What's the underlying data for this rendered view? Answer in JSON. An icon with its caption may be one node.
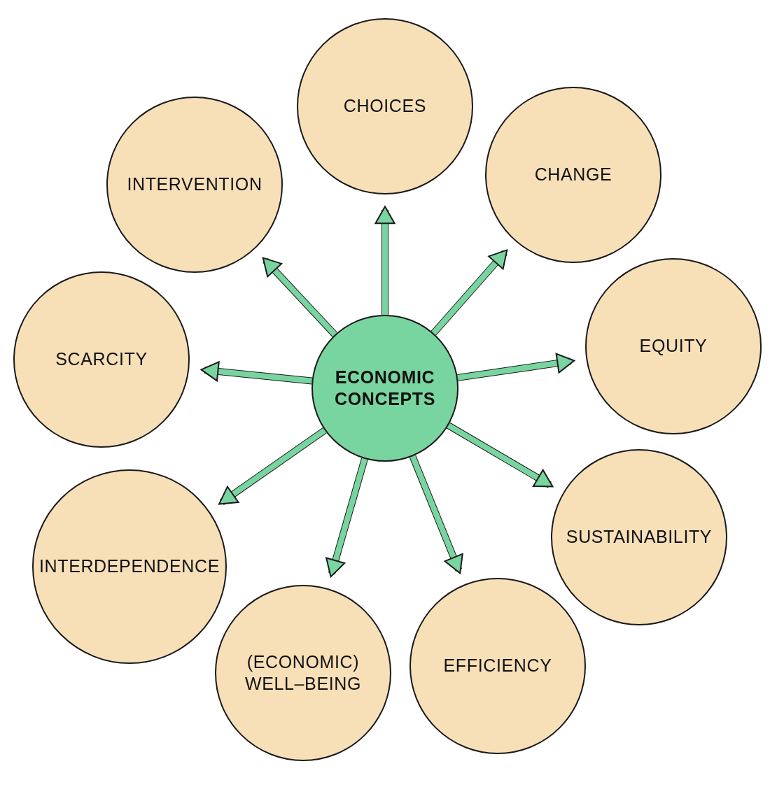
{
  "diagram": {
    "nodes": [
      {
        "text": [
          "ECONOMIC CONCEPTS"
        ]
      },
      {
        "text": [
          "CHOICES"
        ]
      },
      {
        "text": [
          "CHANGE"
        ]
      },
      {
        "text": [
          "EQUITY"
        ]
      },
      {
        "text": [
          "SUSTAINABILITY"
        ]
      },
      {
        "text": [
          "EFFICIENCY"
        ]
      },
      {
        "text": [
          "(ECONOMIC) WELL–BEING"
        ]
      },
      {
        "text": [
          "INTERDEPENDENCE"
        ]
      },
      {
        "text": [
          "SCARCITY"
        ]
      },
      {
        "text": [
          "INTERVENTION"
        ]
      }
    ],
    "edges": [
      {
        "from": 0,
        "to": 1,
        "arrow": "to"
      },
      {
        "from": 0,
        "to": 2,
        "arrow": "to"
      },
      {
        "from": 0,
        "to": 3,
        "arrow": "to"
      },
      {
        "from": 0,
        "to": 4,
        "arrow": "to"
      },
      {
        "from": 0,
        "to": 5,
        "arrow": "to"
      },
      {
        "from": 0,
        "to": 6,
        "arrow": "to"
      },
      {
        "from": 0,
        "to": 7,
        "arrow": "to"
      },
      {
        "from": 0,
        "to": 8,
        "arrow": "to"
      },
      {
        "from": 0,
        "to": 9,
        "arrow": "to"
      }
    ]
  }
}
